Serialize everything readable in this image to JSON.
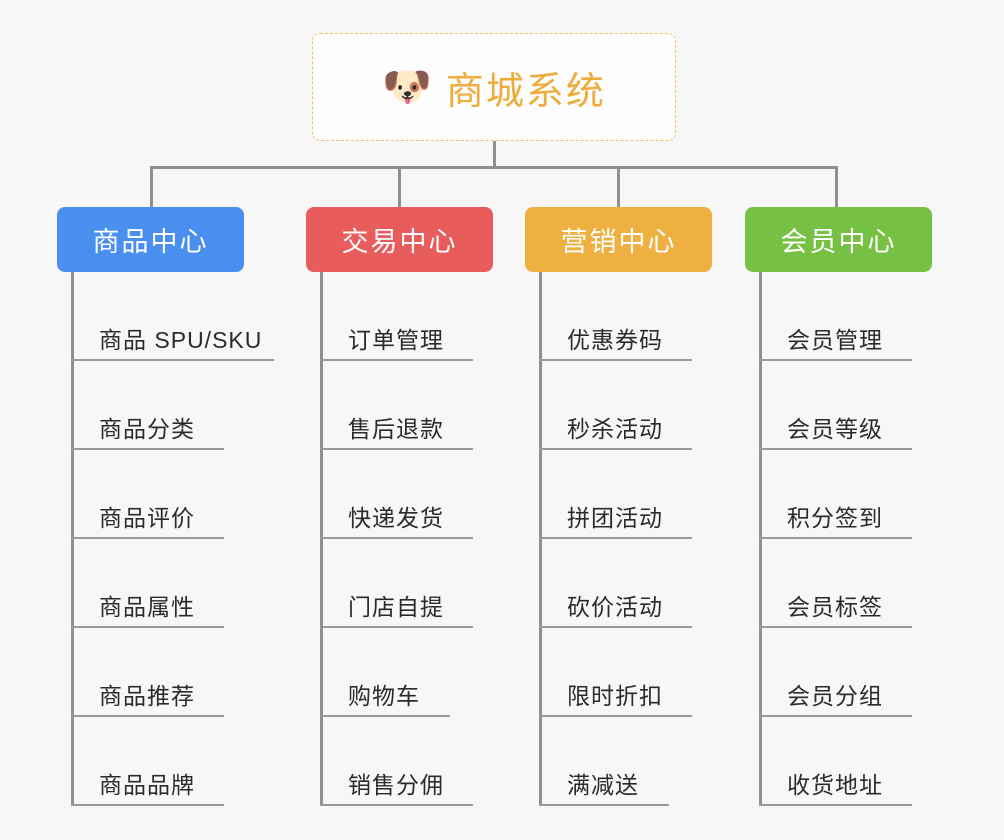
{
  "diagram": {
    "type": "org-chart",
    "background_color": "#f7f7f7",
    "connector_color": "#909090",
    "root": {
      "icon": "dog-face-emoji",
      "icon_glyph": "🐶",
      "title": "商城系统",
      "title_color": "#eeac3c",
      "border_style": "dashed",
      "border_color": "#f0c164"
    },
    "branches": [
      {
        "id": "product-center",
        "label": "商品中心",
        "color": "#4a8ef0",
        "items": [
          {
            "label": "商品 SPU/SKU",
            "underline_width": 203
          },
          {
            "label": "商品分类",
            "underline_width": 153
          },
          {
            "label": "商品评价",
            "underline_width": 153
          },
          {
            "label": "商品属性",
            "underline_width": 153
          },
          {
            "label": "商品推荐",
            "underline_width": 153
          },
          {
            "label": "商品品牌",
            "underline_width": 153
          }
        ]
      },
      {
        "id": "trade-center",
        "label": "交易中心",
        "color": "#e85c5c",
        "items": [
          {
            "label": "订单管理",
            "underline_width": 153
          },
          {
            "label": "售后退款",
            "underline_width": 153
          },
          {
            "label": "快递发货",
            "underline_width": 153
          },
          {
            "label": "门店自提",
            "underline_width": 153
          },
          {
            "label": "购物车",
            "underline_width": 130
          },
          {
            "label": "销售分佣",
            "underline_width": 153
          }
        ]
      },
      {
        "id": "marketing-center",
        "label": "营销中心",
        "color": "#eeb040",
        "items": [
          {
            "label": "优惠券码",
            "underline_width": 153
          },
          {
            "label": "秒杀活动",
            "underline_width": 153
          },
          {
            "label": "拼团活动",
            "underline_width": 153
          },
          {
            "label": "砍价活动",
            "underline_width": 153
          },
          {
            "label": "限时折扣",
            "underline_width": 153
          },
          {
            "label": "满减送",
            "underline_width": 130
          }
        ]
      },
      {
        "id": "member-center",
        "label": "会员中心",
        "color": "#76c043",
        "items": [
          {
            "label": "会员管理",
            "underline_width": 153
          },
          {
            "label": "会员等级",
            "underline_width": 153
          },
          {
            "label": "积分签到",
            "underline_width": 153
          },
          {
            "label": "会员标签",
            "underline_width": 153
          },
          {
            "label": "会员分组",
            "underline_width": 153
          },
          {
            "label": "收货地址",
            "underline_width": 153
          }
        ]
      }
    ]
  }
}
